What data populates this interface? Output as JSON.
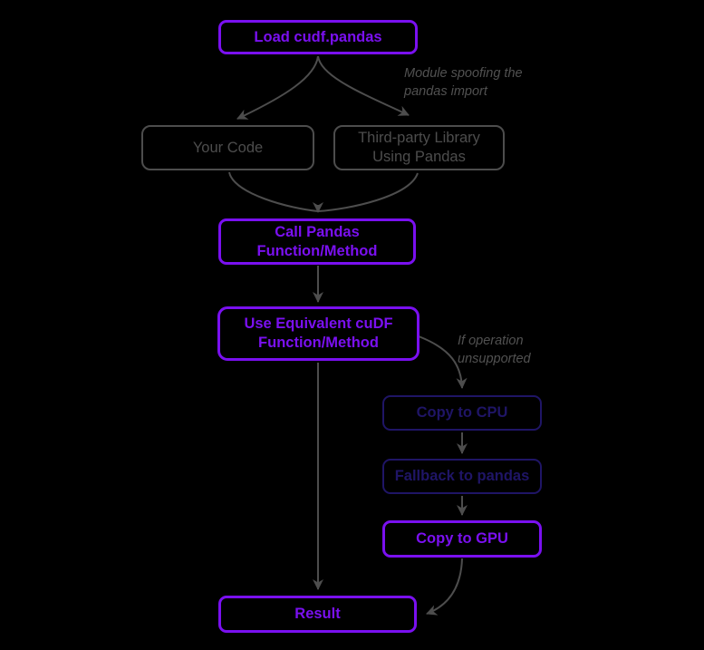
{
  "diagram": {
    "title": "cudf.pandas execution flow",
    "colors": {
      "background": "#000000",
      "primary_purple": "#7a10f0",
      "muted_indigo": "#1f1566",
      "gray": "#4d4d4d"
    },
    "nodes": {
      "load": {
        "label": "Load cudf.pandas"
      },
      "your_code": {
        "label": "Your Code"
      },
      "third_party": {
        "line1": "Third-party Library",
        "line2": "Using Pandas"
      },
      "call_pandas": {
        "line1": "Call Pandas",
        "line2": "Function/Method"
      },
      "use_cudf": {
        "line1": "Use Equivalent cuDF",
        "line2": "Function/Method"
      },
      "copy_cpu": {
        "label": "Copy to CPU"
      },
      "fallback": {
        "label": "Fallback to pandas"
      },
      "copy_gpu": {
        "label": "Copy to GPU"
      },
      "result": {
        "label": "Result"
      }
    },
    "annotations": {
      "module_spoofing": {
        "line1": "Module spoofing the",
        "line2": "pandas import"
      },
      "if_unsupported": {
        "line1": "If operation",
        "line2": "unsupported"
      }
    }
  }
}
